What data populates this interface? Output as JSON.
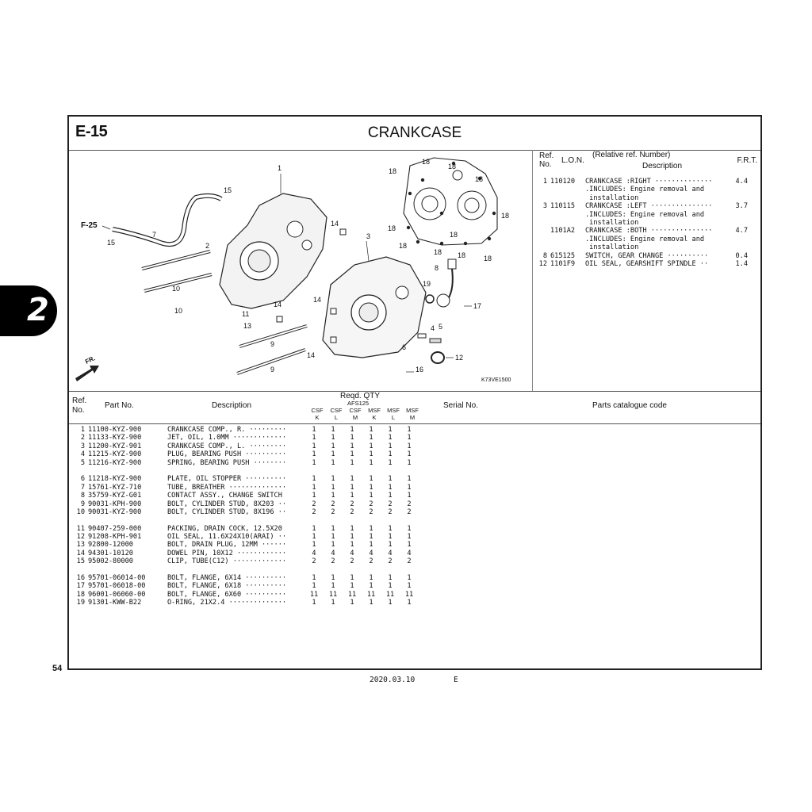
{
  "page": {
    "section_code": "E-15",
    "title": "CRANKCASE",
    "page_number": "54",
    "chapter_tab": "2",
    "footer_date": "2020.03.10",
    "footer_lang": "E"
  },
  "diagram": {
    "code": "K73VE1500",
    "ref_to": "F-25",
    "front_arrow": "FR.",
    "callouts": [
      "1",
      "2",
      "3",
      "4",
      "5",
      "6",
      "7",
      "8",
      "9",
      "10",
      "11",
      "12",
      "13",
      "14",
      "15",
      "16",
      "17",
      "18",
      "19"
    ]
  },
  "frt_table": {
    "headers": {
      "ref": "Ref.",
      "no": "No.",
      "lon": "L.O.N.",
      "relative": "(Relative ref. Number)",
      "description": "Description",
      "frt": "F.R.T."
    },
    "rows": [
      {
        "ref": "1",
        "lon": "110120",
        "desc": "CRANKCASE :RIGHT ··············",
        "frt": "4.4"
      },
      {
        "ref": "",
        "lon": "",
        "desc": ".INCLUDES: Engine removal and",
        "frt": ""
      },
      {
        "ref": "",
        "lon": "",
        "desc": " installation",
        "frt": ""
      },
      {
        "ref": "3",
        "lon": "110115",
        "desc": "CRANKCASE :LEFT ···············",
        "frt": "3.7"
      },
      {
        "ref": "",
        "lon": "",
        "desc": ".INCLUDES: Engine removal and",
        "frt": ""
      },
      {
        "ref": "",
        "lon": "",
        "desc": " installation",
        "frt": ""
      },
      {
        "ref": "",
        "lon": "1101A2",
        "desc": "CRANKCASE :BOTH ···············",
        "frt": "4.7"
      },
      {
        "ref": "",
        "lon": "",
        "desc": ".INCLUDES: Engine removal and",
        "frt": ""
      },
      {
        "ref": "",
        "lon": "",
        "desc": " installation",
        "frt": ""
      },
      {
        "ref": "8",
        "lon": "615125",
        "desc": "SWITCH, GEAR CHANGE ··········",
        "frt": "0.4"
      },
      {
        "ref": "12",
        "lon": "1101F9",
        "desc": "OIL SEAL, GEARSHIFT SPINDLE ··",
        "frt": "1.4"
      }
    ]
  },
  "parts_table": {
    "headers": {
      "ref": "Ref.",
      "no": "No.",
      "part_no": "Part No.",
      "description": "Description",
      "reqd_qty": "Reqd. QTY",
      "model": "AFS125",
      "variants": [
        {
          "top": "CSF",
          "bottom": "K"
        },
        {
          "top": "CSF",
          "bottom": "L"
        },
        {
          "top": "CSF",
          "bottom": "M"
        },
        {
          "top": "MSF",
          "bottom": "K"
        },
        {
          "top": "MSF",
          "bottom": "L"
        },
        {
          "top": "MSF",
          "bottom": "M"
        }
      ],
      "serial_no": "Serial No.",
      "catalogue_code": "Parts catalogue code"
    },
    "groups": [
      [
        {
          "ref": "1",
          "part": "11100-KYZ-900",
          "desc": "CRANKCASE COMP., R. ·········",
          "qty": [
            "1",
            "1",
            "1",
            "1",
            "1",
            "1"
          ]
        },
        {
          "ref": "2",
          "part": "11133-KYZ-900",
          "desc": "JET, OIL, 1.0MM ·············",
          "qty": [
            "1",
            "1",
            "1",
            "1",
            "1",
            "1"
          ]
        },
        {
          "ref": "3",
          "part": "11200-KYZ-901",
          "desc": "CRANKCASE COMP., L. ·········",
          "qty": [
            "1",
            "1",
            "1",
            "1",
            "1",
            "1"
          ]
        },
        {
          "ref": "4",
          "part": "11215-KYZ-900",
          "desc": "PLUG, BEARING PUSH ··········",
          "qty": [
            "1",
            "1",
            "1",
            "1",
            "1",
            "1"
          ]
        },
        {
          "ref": "5",
          "part": "11216-KYZ-900",
          "desc": "SPRING, BEARING PUSH ········",
          "qty": [
            "1",
            "1",
            "1",
            "1",
            "1",
            "1"
          ]
        }
      ],
      [
        {
          "ref": "6",
          "part": "11218-KYZ-900",
          "desc": "PLATE, OIL STOPPER ··········",
          "qty": [
            "1",
            "1",
            "1",
            "1",
            "1",
            "1"
          ]
        },
        {
          "ref": "7",
          "part": "15761-KYZ-710",
          "desc": "TUBE, BREATHER ··············",
          "qty": [
            "1",
            "1",
            "1",
            "1",
            "1",
            "1"
          ]
        },
        {
          "ref": "8",
          "part": "35759-KYZ-G01",
          "desc": "CONTACT ASSY., CHANGE SWITCH",
          "qty": [
            "1",
            "1",
            "1",
            "1",
            "1",
            "1"
          ]
        },
        {
          "ref": "9",
          "part": "90031-KPH-900",
          "desc": "BOLT, CYLINDER STUD, 8X203 ··",
          "qty": [
            "2",
            "2",
            "2",
            "2",
            "2",
            "2"
          ]
        },
        {
          "ref": "10",
          "part": "90031-KYZ-900",
          "desc": "BOLT, CYLINDER STUD, 8X196 ··",
          "qty": [
            "2",
            "2",
            "2",
            "2",
            "2",
            "2"
          ]
        }
      ],
      [
        {
          "ref": "11",
          "part": "90407-259-000",
          "desc": "PACKING, DRAIN COCK, 12.5X20",
          "qty": [
            "1",
            "1",
            "1",
            "1",
            "1",
            "1"
          ]
        },
        {
          "ref": "12",
          "part": "91208-KPH-901",
          "desc": "OIL SEAL, 11.6X24X10(ARAI) ··",
          "qty": [
            "1",
            "1",
            "1",
            "1",
            "1",
            "1"
          ]
        },
        {
          "ref": "13",
          "part": "92800-12000",
          "desc": "BOLT, DRAIN PLUG, 12MM ······",
          "qty": [
            "1",
            "1",
            "1",
            "1",
            "1",
            "1"
          ]
        },
        {
          "ref": "14",
          "part": "94301-10120",
          "desc": "DOWEL PIN, 10X12 ············",
          "qty": [
            "4",
            "4",
            "4",
            "4",
            "4",
            "4"
          ]
        },
        {
          "ref": "15",
          "part": "95002-80000",
          "desc": "CLIP, TUBE(C12) ·············",
          "qty": [
            "2",
            "2",
            "2",
            "2",
            "2",
            "2"
          ]
        }
      ],
      [
        {
          "ref": "16",
          "part": "95701-06014-00",
          "desc": "BOLT, FLANGE, 6X14 ··········",
          "qty": [
            "1",
            "1",
            "1",
            "1",
            "1",
            "1"
          ]
        },
        {
          "ref": "17",
          "part": "95701-06018-00",
          "desc": "BOLT, FLANGE, 6X18 ··········",
          "qty": [
            "1",
            "1",
            "1",
            "1",
            "1",
            "1"
          ]
        },
        {
          "ref": "18",
          "part": "96001-06060-00",
          "desc": "BOLT, FLANGE, 6X60 ··········",
          "qty": [
            "11",
            "11",
            "11",
            "11",
            "11",
            "11"
          ]
        },
        {
          "ref": "19",
          "part": "91301-KWW-B22",
          "desc": "O-RING, 21X2.4 ··············",
          "qty": [
            "1",
            "1",
            "1",
            "1",
            "1",
            "1"
          ]
        }
      ]
    ]
  }
}
